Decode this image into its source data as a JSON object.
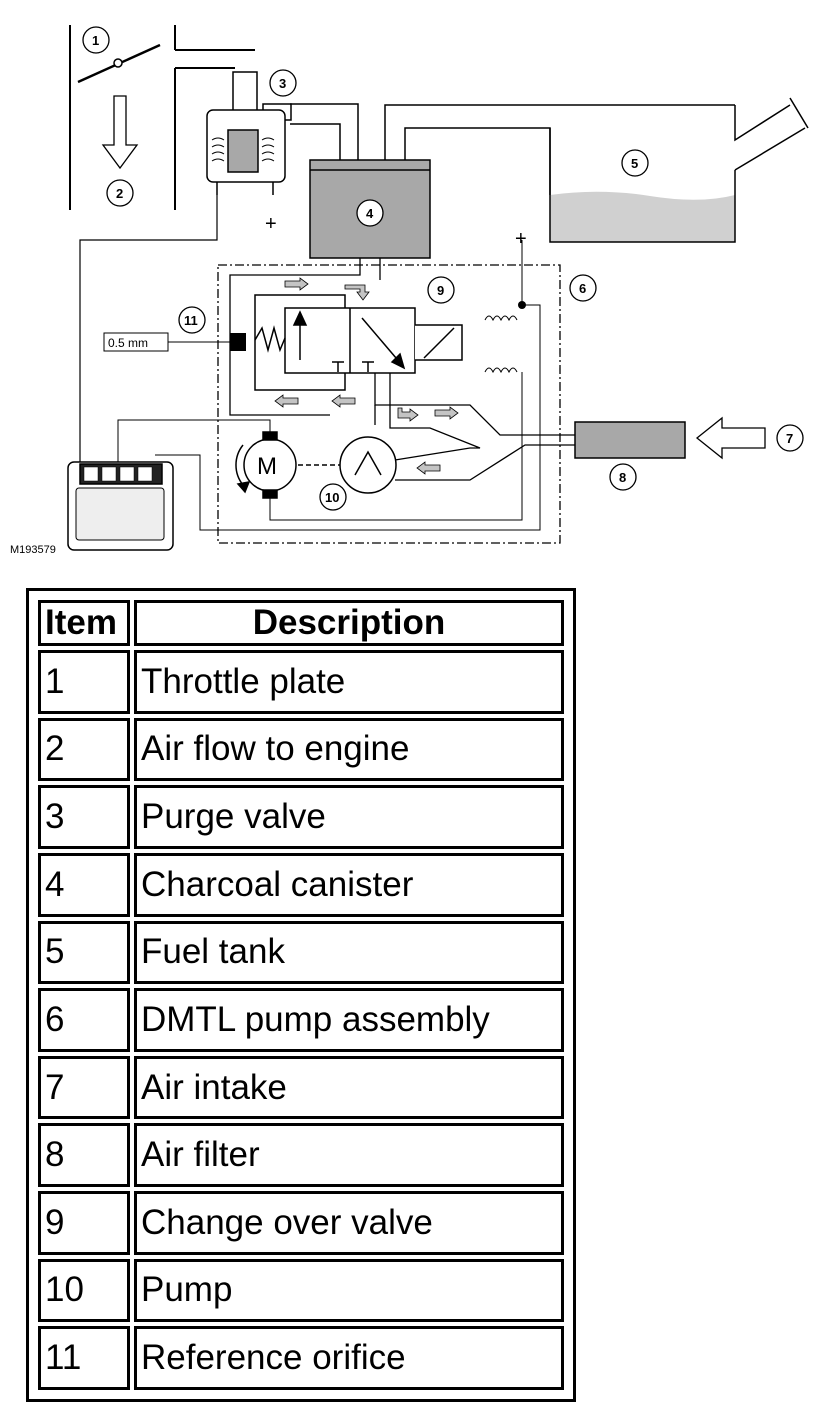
{
  "figure_id": "M193579",
  "labels": {
    "orifice_size": "0.5 mm",
    "plus": "+",
    "motor": "M"
  },
  "table": {
    "headers": [
      "Item",
      "Description"
    ],
    "rows": [
      [
        "1",
        "Throttle plate"
      ],
      [
        "2",
        "Air flow to engine"
      ],
      [
        "3",
        "Purge valve"
      ],
      [
        "4",
        "Charcoal canister"
      ],
      [
        "5",
        "Fuel tank"
      ],
      [
        "6",
        "DMTL pump assembly"
      ],
      [
        "7",
        "Air intake"
      ],
      [
        "8",
        "Air filter"
      ],
      [
        "9",
        "Change over valve"
      ],
      [
        "10",
        "Pump"
      ],
      [
        "11",
        "Reference orifice"
      ]
    ]
  },
  "colors": {
    "component_fill": "#a8a8a8",
    "arrow_fill": "#c4c4c4",
    "fuel_fill": "#d0d0d0",
    "line": "#000000"
  }
}
